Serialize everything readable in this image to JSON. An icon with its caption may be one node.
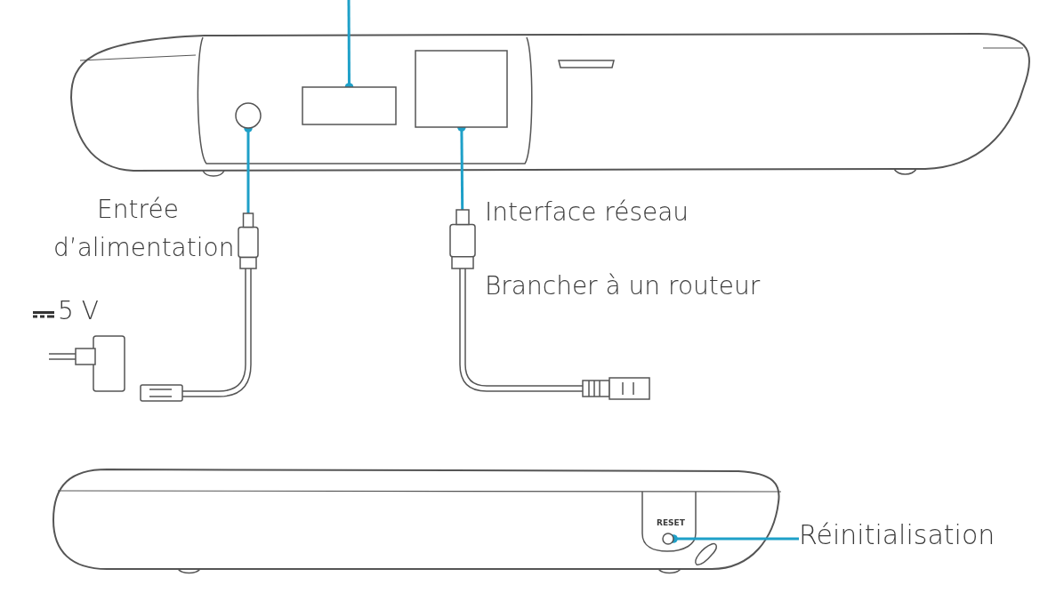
{
  "diagram": {
    "nodes": [
      {
        "text": [],
        "shape": "box"
      },
      {
        "text": [],
        "shape": "circle"
      },
      {
        "text": [],
        "shape": "box"
      },
      {
        "text": [],
        "shape": "plug",
        "beside": [
          "Entrée d’alimentation"
        ]
      },
      {
        "text": [],
        "shape": "plug",
        "beside": [
          "Interface réseau"
        ]
      },
      {
        "text": [],
        "shape": "circle",
        "beside": [
          "RESET"
        ]
      },
      {
        "text": [
          "Réinitialisation"
        ]
      }
    ],
    "edges": [
      {
        "from": null,
        "to": 0,
        "arrow": "other"
      },
      {
        "from": 3,
        "to": 1,
        "arrow": "other"
      },
      {
        "from": 4,
        "to": 2,
        "arrow": "other"
      },
      {
        "from": 6,
        "to": 5,
        "arrow": "other"
      }
    ],
    "labels": [
      "5 V",
      "Brancher à un routeur"
    ]
  }
}
